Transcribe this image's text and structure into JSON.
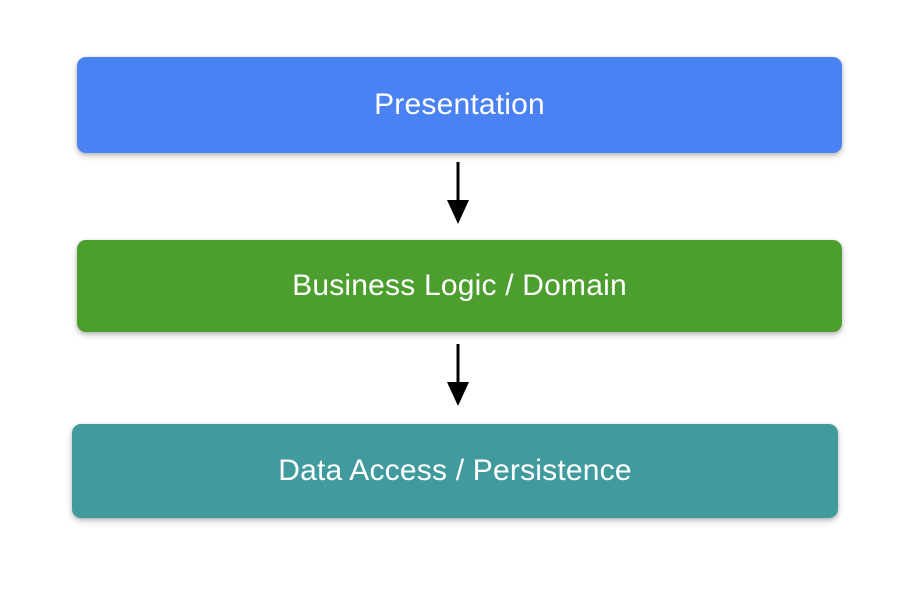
{
  "diagram": {
    "type": "layered-architecture",
    "title": "",
    "background_color": "#ffffff",
    "layers": [
      {
        "id": "presentation",
        "label": "Presentation",
        "color": "#4a82f3",
        "order": 1
      },
      {
        "id": "business-logic",
        "label": "Business Logic / Domain",
        "color": "#4c9e2e",
        "order": 2
      },
      {
        "id": "data-access",
        "label": "Data Access / Persistence",
        "color": "#419b9e",
        "order": 3
      }
    ],
    "connectors": [
      {
        "id": "arrow-presentation-to-business",
        "from": "presentation",
        "to": "business-logic",
        "direction": "down",
        "color": "#000000",
        "style": "solid-filled-head"
      },
      {
        "id": "arrow-business-to-data",
        "from": "business-logic",
        "to": "data-access",
        "direction": "down",
        "color": "#000000",
        "style": "solid-filled-head"
      }
    ],
    "label_color": "#ffffff"
  }
}
